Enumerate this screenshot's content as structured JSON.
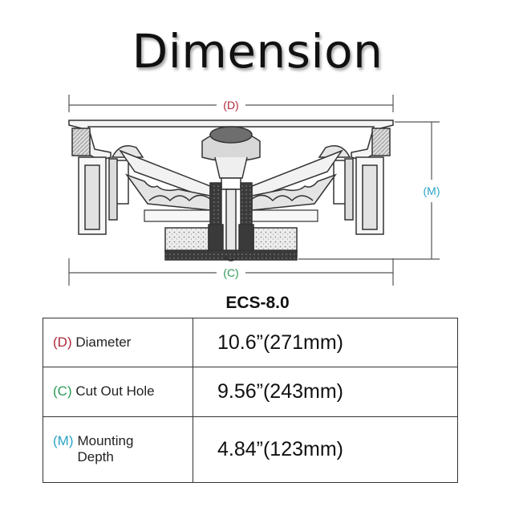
{
  "title": "Dimension",
  "labels": {
    "diameter": "(D)",
    "cutout": "(C)",
    "depth": "(M)"
  },
  "model": "ECS-8.0",
  "colors": {
    "diameter": "#b0283a",
    "cutout": "#2c9a55",
    "depth": "#2ba3c8"
  },
  "specs": [
    {
      "code": "(D)",
      "name": "Diameter",
      "value": "10.6”(271mm)"
    },
    {
      "code": "(C)",
      "name": "Cut Out Hole",
      "value": "9.56”(243mm)"
    },
    {
      "code": "(M)",
      "name": "Mounting Depth",
      "value": "4.84”(123mm)"
    }
  ]
}
